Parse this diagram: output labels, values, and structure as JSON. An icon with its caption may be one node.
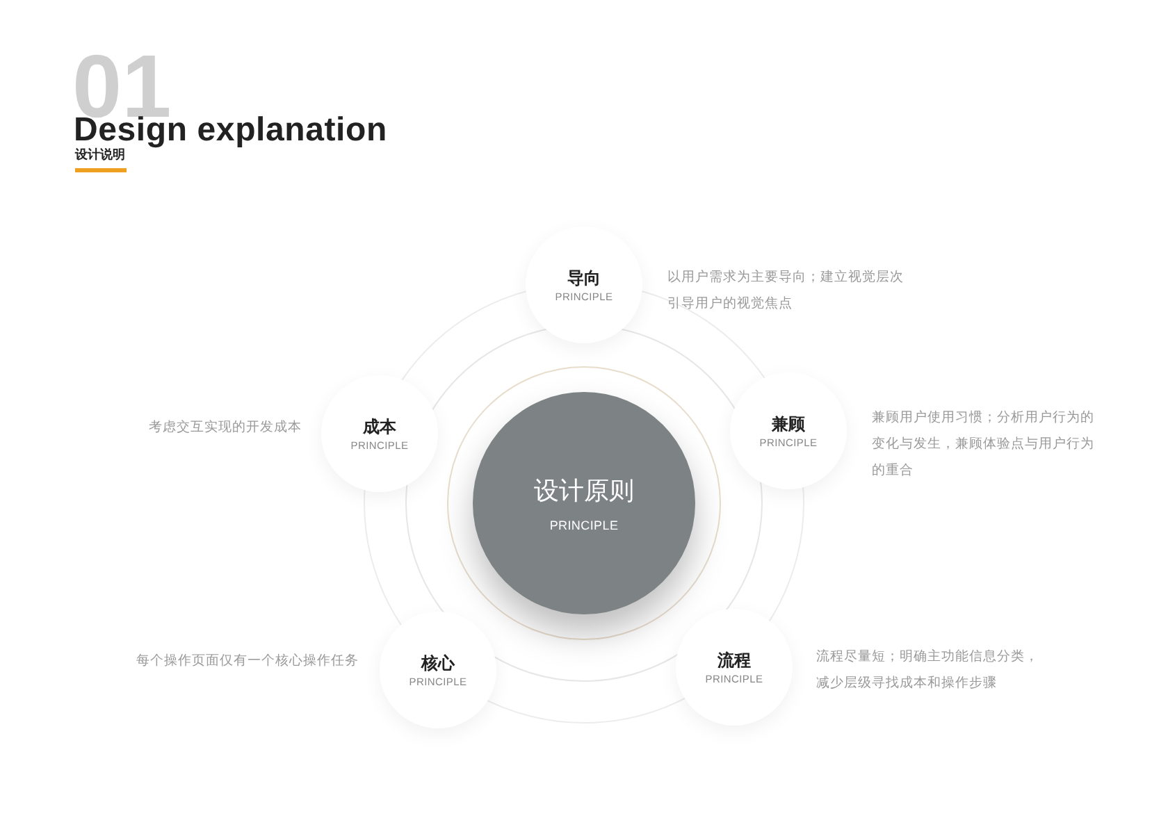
{
  "diagram": {
    "title": "Design explanation",
    "nodes": [
      {
        "text": [
          "设计原则",
          "PRINCIPLE"
        ]
      },
      {
        "text": [
          "导向",
          "PRINCIPLE"
        ],
        "beside": [
          "以用户需求为主要导向；建立视觉层次引导用户的视觉焦点"
        ]
      },
      {
        "text": [
          "成本",
          "PRINCIPLE"
        ],
        "beside": [
          "考虑交互实现的开发成本"
        ]
      },
      {
        "text": [
          "兼顾",
          "PRINCIPLE"
        ],
        "beside": [
          "兼顾用户使用习惯；分析用户行为的变化与发生，兼顾体验点与用户行为的重合"
        ]
      },
      {
        "text": [
          "核心",
          "PRINCIPLE"
        ],
        "beside": [
          "每个操作页面仅有一个核心操作任务"
        ]
      },
      {
        "text": [
          "流程",
          "PRINCIPLE"
        ],
        "beside": [
          "流程尽量短；明确主功能信息分类，减少层级寻找成本和操作步骤"
        ]
      }
    ],
    "labels": [
      "01",
      "设计说明"
    ]
  }
}
